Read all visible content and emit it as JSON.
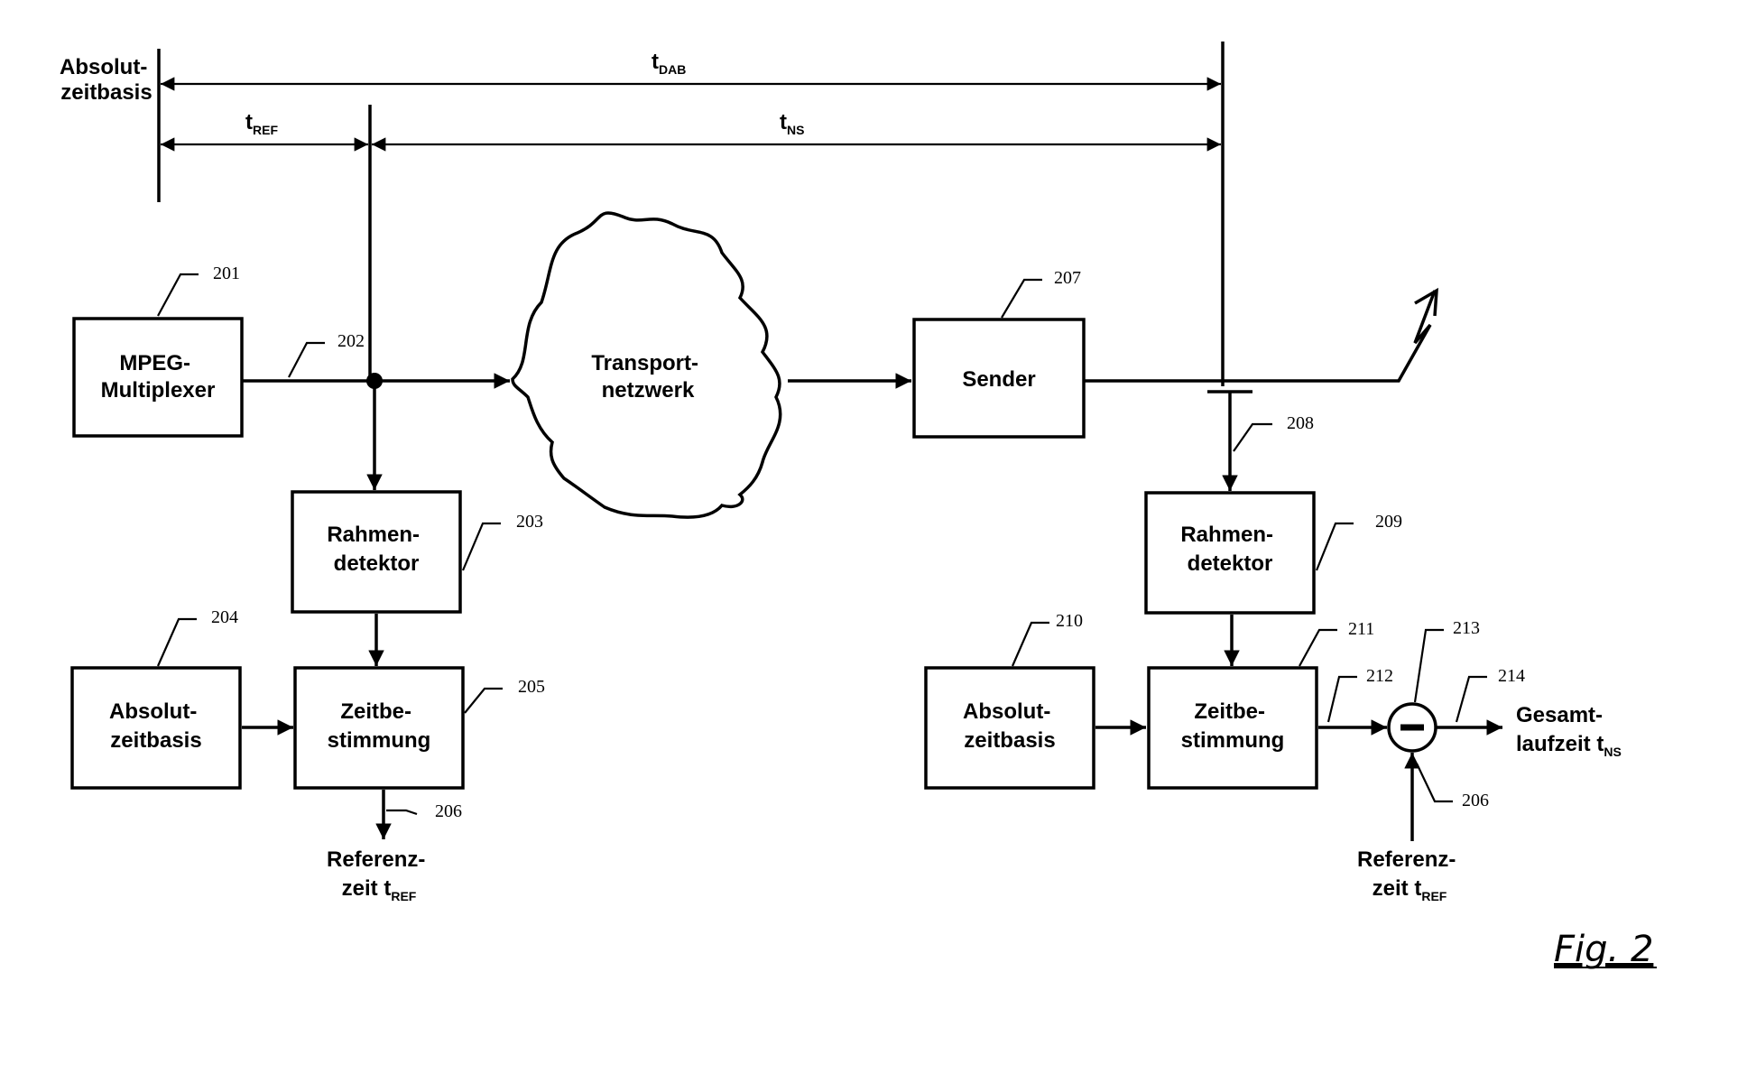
{
  "time_axis": {
    "absolute_label_line1": "Absolut-",
    "absolute_label_line2": "zeitbasis",
    "t_dab": {
      "t": "t",
      "sub": "DAB"
    },
    "t_ref": {
      "t": "t",
      "sub": "REF"
    },
    "t_ns": {
      "t": "t",
      "sub": "NS"
    }
  },
  "blocks": {
    "mpeg": {
      "line1": "MPEG-",
      "line2": "Multiplexer",
      "ref": "201"
    },
    "line_202": {
      "ref": "202"
    },
    "transport": {
      "line1": "Transport-",
      "line2": "netzwerk"
    },
    "sender": {
      "line1": "Sender",
      "ref": "207"
    },
    "line_208": {
      "ref": "208"
    },
    "frame_left": {
      "line1": "Rahmen-",
      "line2": "detektor",
      "ref": "203"
    },
    "frame_right": {
      "line1": "Rahmen-",
      "line2": "detektor",
      "ref": "209"
    },
    "abs_left": {
      "line1": "Absolut-",
      "line2": "zeitbasis",
      "ref": "204"
    },
    "abs_right": {
      "line1": "Absolut-",
      "line2": "zeitbasis",
      "ref": "210"
    },
    "time_left": {
      "line1": "Zeitbe-",
      "line2": "stimmung",
      "ref": "205"
    },
    "time_right": {
      "line1": "Zeitbe-",
      "line2": "stimmung",
      "ref": "211"
    },
    "out_left": {
      "line1": "Referenz-",
      "line2": "zeit t",
      "sub": "REF",
      "ref": "206"
    },
    "in_right": {
      "line1": "Referenz-",
      "line2": "zeit t",
      "sub": "REF",
      "ref": "206"
    },
    "line_212": {
      "ref": "212"
    },
    "subtractor": {
      "ref": "213"
    },
    "line_214": {
      "ref": "214"
    },
    "result": {
      "line1": "Gesamt-",
      "line2": "laufzeit t",
      "sub": "NS"
    }
  },
  "figure_label": "Fig. 2"
}
